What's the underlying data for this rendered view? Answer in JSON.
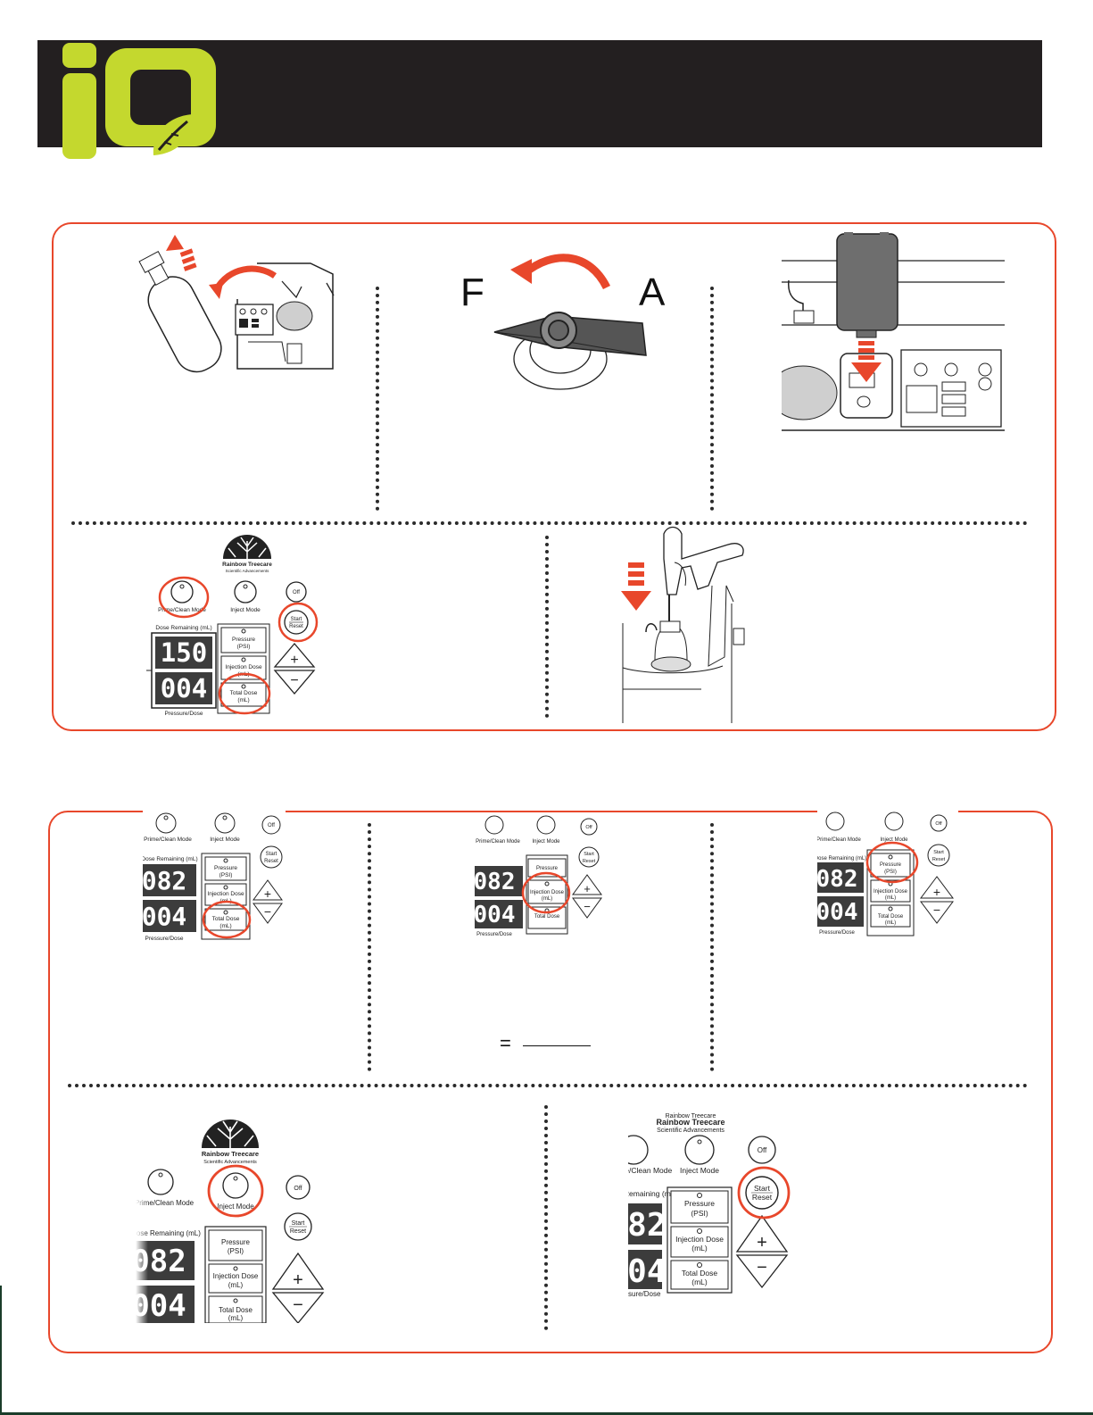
{
  "header": {
    "logo_text": "iQ",
    "brand_color": "#c4d82e",
    "bar_color": "#231f20",
    "accent_color": "#e8472b"
  },
  "brand": {
    "name": "Rainbow Treecare",
    "tagline": "Scientific Advancements"
  },
  "valve": {
    "left_letter": "F",
    "right_letter": "A"
  },
  "control_panel": {
    "prime_clean_mode": "Prime/Clean Mode",
    "inject_mode": "Inject Mode",
    "off": "Off",
    "start": "Start",
    "reset": "Reset",
    "dose_remaining": "Dose Remaining (mL)",
    "pressure_dose": "Pressure/Dose",
    "pressure": "Pressure",
    "psi": "(PSI)",
    "injection_dose": "Injection Dose",
    "total_dose": "Total Dose",
    "ml": "(mL)",
    "plus": "+",
    "minus": "−"
  },
  "displays": {
    "panel1": {
      "top": "150",
      "bottom": "004"
    },
    "panel2": {
      "top": "082",
      "bottom": "004"
    }
  },
  "formula": {
    "equals": "="
  }
}
